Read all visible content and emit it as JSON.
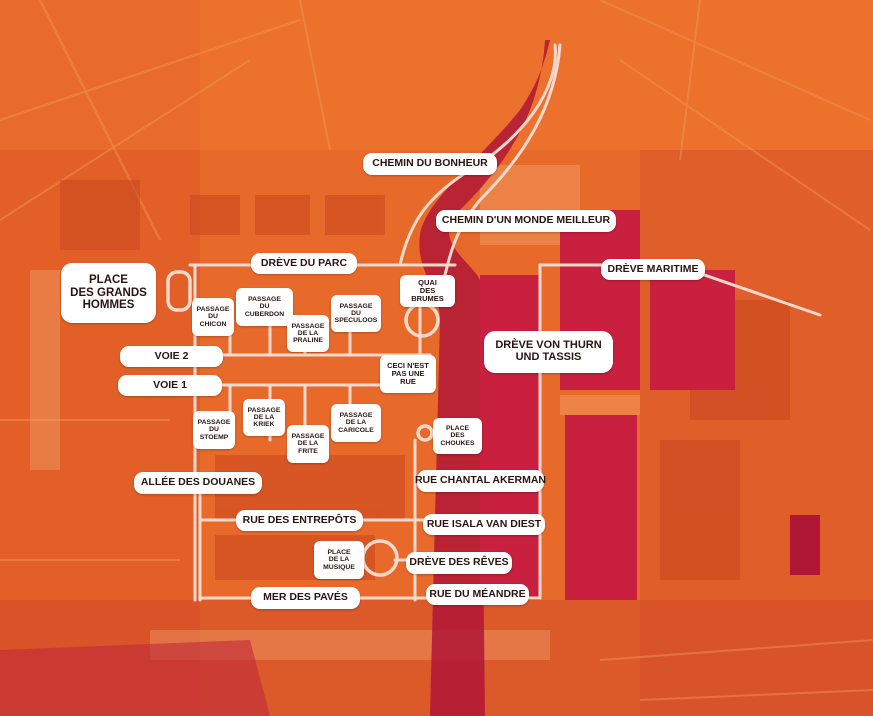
{
  "map": {
    "colors": {
      "base": "#e86a2a",
      "water": "#c8203e",
      "water_dark": "#b01636",
      "route": "#f7d8cc",
      "label_bg": "#ffffff",
      "label_text": "#2a1410"
    },
    "labels": {
      "chemin_bonheur": "CHEMIN DU BONHEUR",
      "chemin_monde": "CHEMIN D'UN MONDE MEILLEUR",
      "dreve_parc": "DRÈVE DU PARC",
      "dreve_maritime": "DRÈVE MARITIME",
      "place_grands_hommes": "PLACE\nDES GRANDS\nHOMMES",
      "quai_brumes": "QUAI\nDES BRUMES",
      "passage_chicon": "PASSAGE\nDU\nCHICON",
      "passage_cuberdon": "PASSAGE\nDU\nCUBERDON",
      "passage_praline": "PASSAGE\nDE LA\nPRALINE",
      "passage_speculoos": "PASSAGE\nDU\nSPECULOOS",
      "dreve_von_thurn": "DRÈVE VON THURN\nUND TASSIS",
      "voie_2": "VOIE 2",
      "voie_1": "VOIE 1",
      "ceci_nest_pas": "CECI N'EST\nPAS UNE RUE",
      "passage_stoemp": "PASSAGE\nDU\nSTOEMP",
      "passage_kriek": "PASSAGE\nDE LA\nKRIEK",
      "passage_frite": "PASSAGE\nDE LA\nFRITE",
      "passage_caricole": "PASSAGE\nDE LA\nCARICOLE",
      "place_choukes": "PLACE\nDES\nCHOUKES",
      "allee_douanes": "ALLÉE DES DOUANES",
      "rue_chantal": "RUE CHANTAL AKERMAN",
      "rue_entrepots": "RUE DES ENTREPÔTS",
      "rue_isala": "RUE ISALA VAN DIEST",
      "place_musique": "PLACE\nDE LA\nMUSIQUE",
      "dreve_reves": "DRÈVE DES RÊVES",
      "mer_paves": "MER DES PAVÉS",
      "rue_meandre": "RUE DU MÉANDRE"
    }
  }
}
